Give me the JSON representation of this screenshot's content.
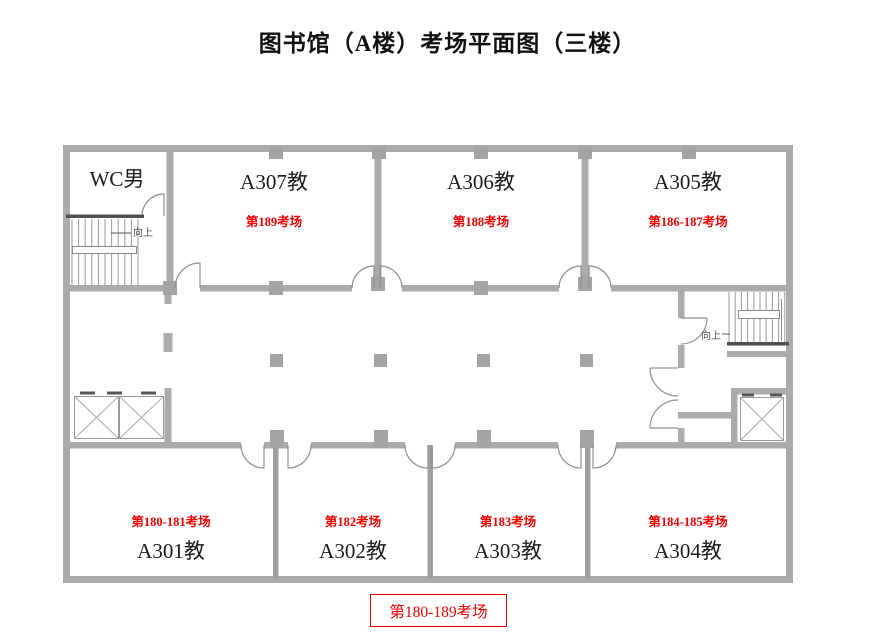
{
  "title": "图书馆（A楼）考场平面图（三楼）",
  "rooms": {
    "top": [
      {
        "name": "WC男"
      },
      {
        "name": "A307教",
        "exam": "第189考场"
      },
      {
        "name": "A306教",
        "exam": "第188考场"
      },
      {
        "name": "A305教",
        "exam": "第186-187考场"
      }
    ],
    "bottom": [
      {
        "name": "A301教",
        "exam": "第180-181考场"
      },
      {
        "name": "A302教",
        "exam": "第182考场"
      },
      {
        "name": "A303教",
        "exam": "第183考场"
      },
      {
        "name": "A304教",
        "exam": "第184-185考场"
      }
    ]
  },
  "stairs": {
    "left_label": "向上",
    "right_label": "向上"
  },
  "footer_label": "第180-189考场",
  "colors": {
    "wall": "#ababab",
    "exam_red": "#f20000",
    "text": "#1f1f1f",
    "stair_edge": "#4f4f4f"
  }
}
